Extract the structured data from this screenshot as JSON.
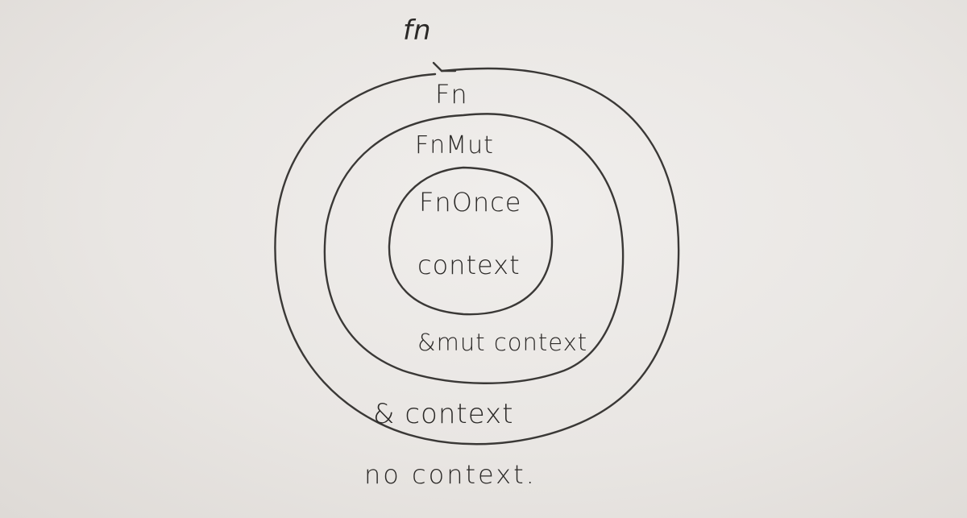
{
  "diagram": {
    "type": "nested-circles",
    "description": "Hand-drawn diagram of Rust closure traits nested by captured context",
    "rings": [
      {
        "id": "outer",
        "trait_label": "Fn",
        "context_label": "& context"
      },
      {
        "id": "middle",
        "trait_label": "FnMut",
        "context_label": "&mut context"
      },
      {
        "id": "inner",
        "trait_label": "FnOnce",
        "context_label": "context"
      }
    ],
    "outside": {
      "pointer_label": "fn",
      "context_label": "no context."
    },
    "colors": {
      "ink": "#3a3836",
      "paper": "#ebe8e5"
    }
  }
}
